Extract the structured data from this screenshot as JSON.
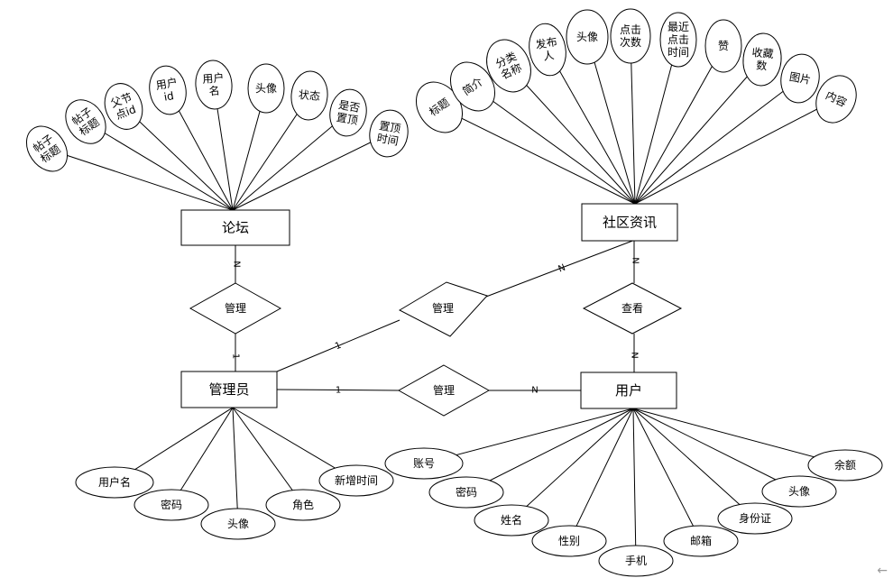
{
  "entities": [
    {
      "id": "forum",
      "label": "论坛"
    },
    {
      "id": "news",
      "label": "社区资讯"
    },
    {
      "id": "admin",
      "label": "管理员"
    },
    {
      "id": "user",
      "label": "用户"
    }
  ],
  "relationships": [
    {
      "id": "r_forum",
      "label": "管理",
      "between": [
        "admin",
        "forum"
      ],
      "cardinality": [
        "1",
        "N"
      ]
    },
    {
      "id": "r_news_admin",
      "label": "管理",
      "between": [
        "admin",
        "news"
      ],
      "cardinality": [
        "1",
        "N"
      ]
    },
    {
      "id": "r_view",
      "label": "查看",
      "between": [
        "user",
        "news"
      ],
      "cardinality": [
        "N",
        "N"
      ]
    },
    {
      "id": "r_user",
      "label": "管理",
      "between": [
        "admin",
        "user"
      ],
      "cardinality": [
        "1",
        "N"
      ]
    }
  ],
  "attributes": {
    "forum": [
      [
        "帖子",
        "标题"
      ],
      [
        "帖子",
        "标题"
      ],
      [
        "父节",
        "点id"
      ],
      [
        "用户",
        "id"
      ],
      [
        "用户",
        "名"
      ],
      [
        "头像"
      ],
      [
        "状态"
      ],
      [
        "是否",
        "置顶"
      ],
      [
        "置顶",
        "时间"
      ]
    ],
    "news": [
      [
        "标题"
      ],
      [
        "简介"
      ],
      [
        "分类",
        "名称"
      ],
      [
        "发布",
        "人"
      ],
      [
        "头像"
      ],
      [
        "点击",
        "次数"
      ],
      [
        "最近",
        "点击",
        "时间"
      ],
      [
        "赞"
      ],
      [
        "收藏",
        "数"
      ],
      [
        "图片"
      ],
      [
        "内容"
      ]
    ],
    "admin": [
      [
        "用户名"
      ],
      [
        "密码"
      ],
      [
        "头像"
      ],
      [
        "角色"
      ],
      [
        "新增时间"
      ]
    ],
    "user": [
      [
        "账号"
      ],
      [
        "密码"
      ],
      [
        "姓名"
      ],
      [
        "性别"
      ],
      [
        "手机"
      ],
      [
        "邮箱"
      ],
      [
        "身份证"
      ],
      [
        "头像"
      ],
      [
        "余额"
      ]
    ]
  },
  "ui": {
    "corner_icon": "back-arrow-icon"
  }
}
